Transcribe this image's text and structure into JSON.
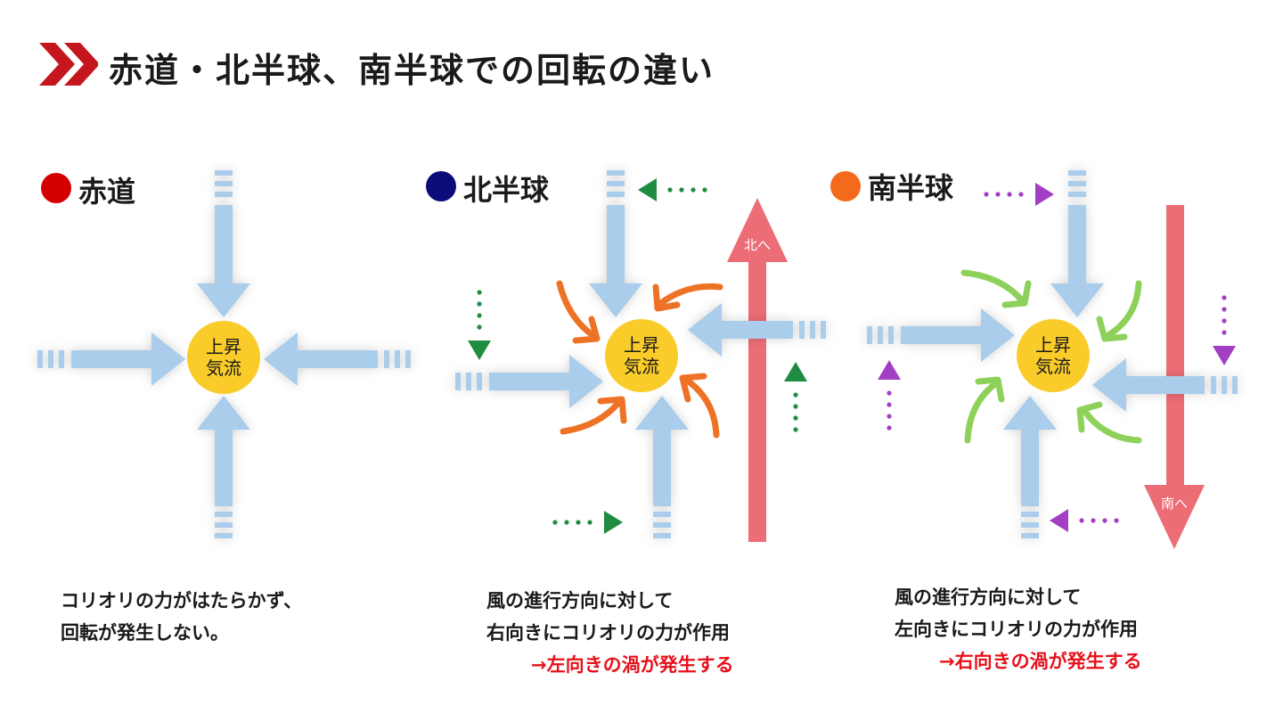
{
  "title": "赤道・北半球、南半球での回転の違い",
  "colors": {
    "accent": "#c4161c",
    "wind_arrow": "#a9cdea",
    "updraft": "#f9cc2a",
    "north_arrow": "#ed6d76",
    "northern_swirl": "#ee7225",
    "southern_swirl": "#8ed15a",
    "northern_deflection": "#1f8c3f",
    "southern_deflection": "#a33fc4",
    "highlight_text": "#e8101b"
  },
  "sections": [
    {
      "id": "equator",
      "heading": "赤道",
      "dot_color": "#d40000",
      "updraft_label": [
        "上昇",
        "気流"
      ],
      "description": [
        "コリオリの力がはたらかず、",
        "回転が発生しない。"
      ]
    },
    {
      "id": "northern",
      "heading": "北半球",
      "dot_color": "#0b0b7a",
      "updraft_label": [
        "上昇",
        "気流"
      ],
      "pole_label": "北へ",
      "description": [
        "風の進行方向に対して",
        "右向きにコリオリの力が作用"
      ],
      "result": "→左向きの渦が発生する"
    },
    {
      "id": "southern",
      "heading": "南半球",
      "dot_color": "#f36a1c",
      "updraft_label": [
        "上昇",
        "気流"
      ],
      "pole_label": "南へ",
      "description": [
        "風の進行方向に対して",
        "左向きにコリオリの力が作用"
      ],
      "result": "→右向きの渦が発生する"
    }
  ]
}
